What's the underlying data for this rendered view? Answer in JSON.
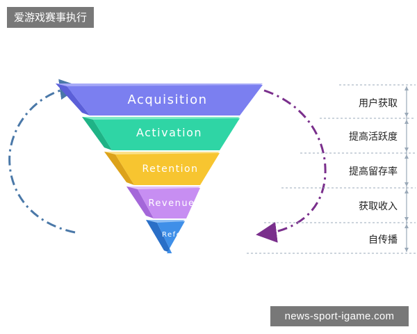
{
  "watermark_top": "爱游戏赛事执行",
  "watermark_bottom": "news-sport-igame.com",
  "funnel": [
    {
      "label": "Acquisition",
      "front": "#7b7ff0",
      "side": "#5b5fd8",
      "top": "#a6a9f7"
    },
    {
      "label": "Activation",
      "front": "#2fd5a5",
      "side": "#1fb386",
      "top": "#80ebc8"
    },
    {
      "label": "Retention",
      "front": "#f7c530",
      "side": "#dca21a",
      "top": "#fbe08a"
    },
    {
      "label": "Revenue",
      "front": "#c78ef2",
      "side": "#a467d9",
      "top": "#e2c1f8"
    },
    {
      "label": "Refer",
      "front": "#3f8fe8",
      "side": "#2a6fc7",
      "top": "#8fbff5"
    }
  ],
  "stages": [
    "用户获取",
    "提高活跃度",
    "提高留存率",
    "获取收入",
    "自传播"
  ],
  "colors": {
    "left_arrow": "#4a78a8",
    "right_arrow": "#7a2f8c",
    "scale": "#9aa9b8"
  }
}
